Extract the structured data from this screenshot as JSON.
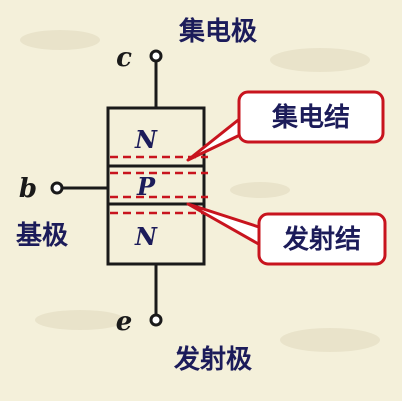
{
  "terminals": {
    "collector": {
      "letter": "c",
      "name": "集电极"
    },
    "base": {
      "letter": "b",
      "name": "基极"
    },
    "emitter": {
      "letter": "e",
      "name": "发射极"
    }
  },
  "regions": {
    "top": "N",
    "middle": "P",
    "bottom": "N"
  },
  "junctions": {
    "collector_junction": "集电结",
    "emitter_junction": "发射结"
  },
  "colors": {
    "line": "#1a1a1a",
    "text": "#1c1c5a",
    "junction": "#c8141e",
    "callout_fill": "#ffffff",
    "background": "#f4f0da"
  }
}
